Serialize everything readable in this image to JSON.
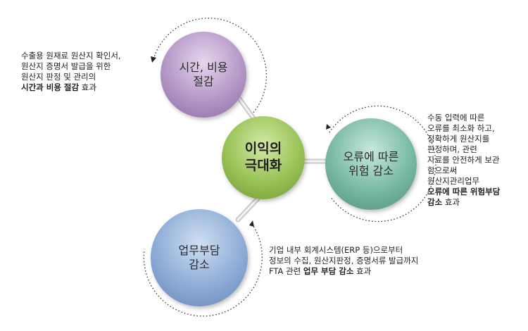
{
  "center": {
    "label": "이익의\n극대화"
  },
  "benefits": [
    {
      "id": "time",
      "label": "시간, 비용\n절감",
      "desc_plain": "수출용 원재료 원산지 확인서,\n원산지 증명서 발급을 위한\n원산지 판정 및 관리의\n",
      "desc_bold": "시간과 비용 절감",
      "desc_tail": " 효과"
    },
    {
      "id": "error",
      "label": "오류에 따른\n위험 감소",
      "desc_plain": "수동 입력에 따른\n오류를 최소화 하고,\n정확하게 원산지를\n판정하며, 관련\n자료를 안전하게 보관\n함으로써\n원산지관리업무\n",
      "desc_bold": "오류에 따른 위험부담\n감소",
      "desc_tail": " 효과"
    },
    {
      "id": "work",
      "label": "업무부담\n감소",
      "desc_plain": "기업 내부 회계시스템(ERP 등)으로부터\n정보의 수집, 원산지판정, 증명서류 발급까지\nFTA 관련 ",
      "desc_bold": "업무 부담 감소",
      "desc_tail": " 효과"
    }
  ],
  "colors": {
    "purple": "#b497c6",
    "green": "#98c255",
    "teal": "#78b9a1",
    "blue": "#8eacd6",
    "connector": "#d9d9d9"
  }
}
